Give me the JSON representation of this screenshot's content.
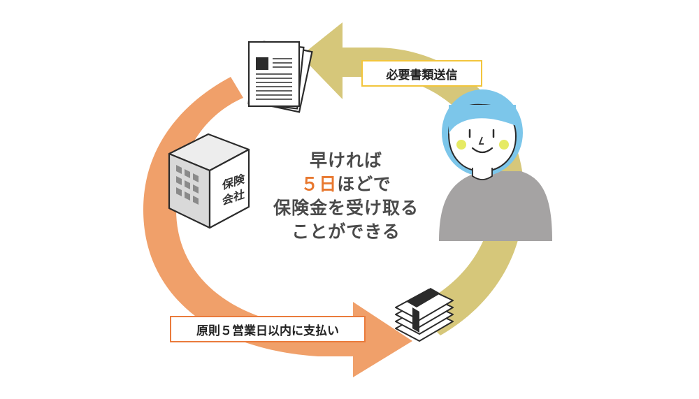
{
  "labels": {
    "send_documents": "必要書類送信",
    "payment_rule": "原則５営業日以内に支払い"
  },
  "center": {
    "line1": "早ければ",
    "line2_number": "５",
    "line2_unit": "日",
    "line2_rest": "ほどで",
    "line3": "保険金を受け取る",
    "line4": "ことができる"
  },
  "building": {
    "line1": "保険",
    "line2": "会社"
  },
  "colors": {
    "arrow_orange": "#f0a06a",
    "arrow_olive": "#d6c77a",
    "accent_orange": "#e8782f",
    "top_label_border": "#f2c53d",
    "bottom_label_border": "#ea7b3c",
    "hair_blue": "#7cc6ea",
    "sweater_gray": "#a5a3a3"
  },
  "icons": [
    "documents-icon",
    "office-building-icon",
    "person-avatar-icon",
    "money-bundle-icon"
  ]
}
